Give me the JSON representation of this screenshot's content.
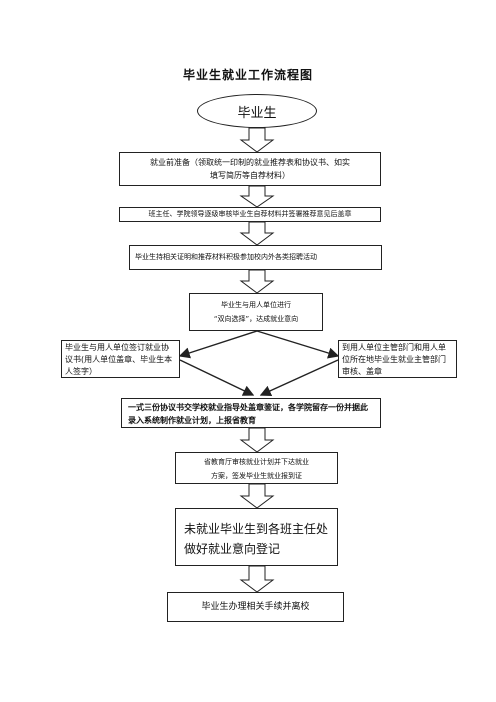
{
  "title": "毕业生就业工作流程图",
  "start": "毕业生",
  "steps": {
    "prep_line1": "就业前准备（领取统一印制的就业推荐表和协议书、如实",
    "prep_line2": "填写简历等自荐材料）",
    "review": "班主任、学院领导逐级审核毕业生自荐材料并签署推荐意见后盖章",
    "recruit": "毕业生持相关证明和推荐材料积极参加校内外各类招聘活动",
    "mutual_line1": "毕业生与用人单位进行",
    "mutual_line2": "“双向选择”，达成就业意向",
    "left": "毕业生与用人单位签订就业协议书(用人单位盖章、毕业生本人签字）",
    "right": "到用人单位主管部门和用人单位所在地毕业生就业主管部门审核、盖章",
    "submit": "一式三份协议书交学校就业指导处盖章鉴证，各学院留存一份并据此录入系统制作就业计划，上报省教育",
    "plan_line1": "省教育厅审核就业计划并下达就业",
    "plan_line2": "方案，签发毕业生就业报到证",
    "register": "未就业毕业生到各班主任处做好就业意向登记",
    "leave": "毕业生办理相关手续并离校"
  }
}
